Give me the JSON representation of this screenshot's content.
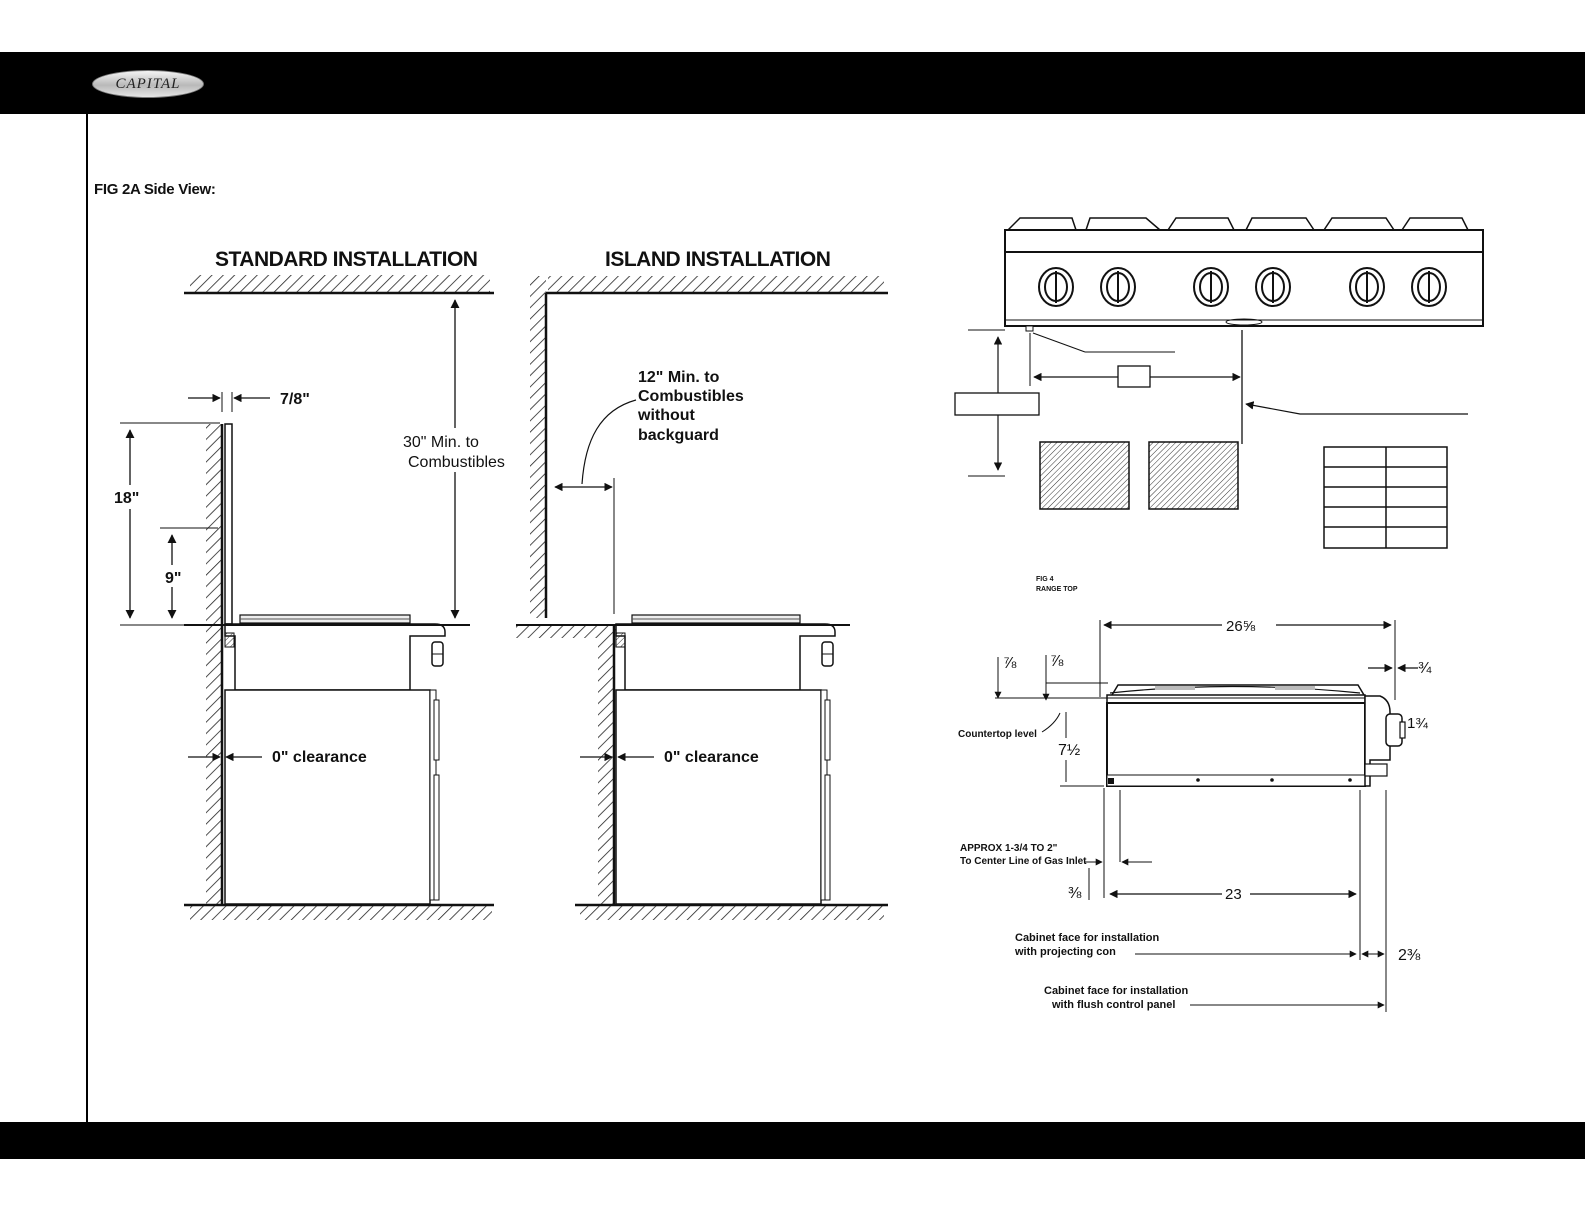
{
  "header": {
    "logo_text": "CAPITAL"
  },
  "figure": {
    "caption": "FIG 2A Side View:"
  },
  "side_view": {
    "standard_title": "STANDARD INSTALLATION",
    "island_title": "ISLAND INSTALLATION",
    "dim_backguard_gap": "7/8\"",
    "dim_backguard_height": "18\"",
    "dim_backguard_low": "9\"",
    "dim_overhead_1": "30\" Min. to",
    "dim_overhead_2": "Combustibles",
    "island_note_1": "12\" Min. to",
    "island_note_2": "Combustibles",
    "island_note_3": "without",
    "island_note_4": "backguard",
    "clearance_standard": "0\" clearance",
    "clearance_island": "0\" clearance"
  },
  "range_top": {
    "fig_label_1": "FIG 4",
    "fig_label_2": "RANGE TOP",
    "dim_width": "26⅝",
    "dim_top_left": "⅞",
    "dim_top_right": "⅞",
    "dim_right_top": "¾",
    "dim_knob": "1¾",
    "dim_height": "7½",
    "countertop_label": "Countertop level",
    "gas_note_1": "APPROX 1-3/4  TO 2\"",
    "gas_note_2": "To Center Line of Gas Inlet",
    "dim_left_small": "⅜",
    "dim_depth": "23",
    "dim_right_bottom": "2⅜",
    "cabinet_note_1": "Cabinet face for installation",
    "cabinet_note_2": "with projecting con",
    "cabinet_note_3": "Cabinet face for installation",
    "cabinet_note_4": "with flush control panel"
  }
}
